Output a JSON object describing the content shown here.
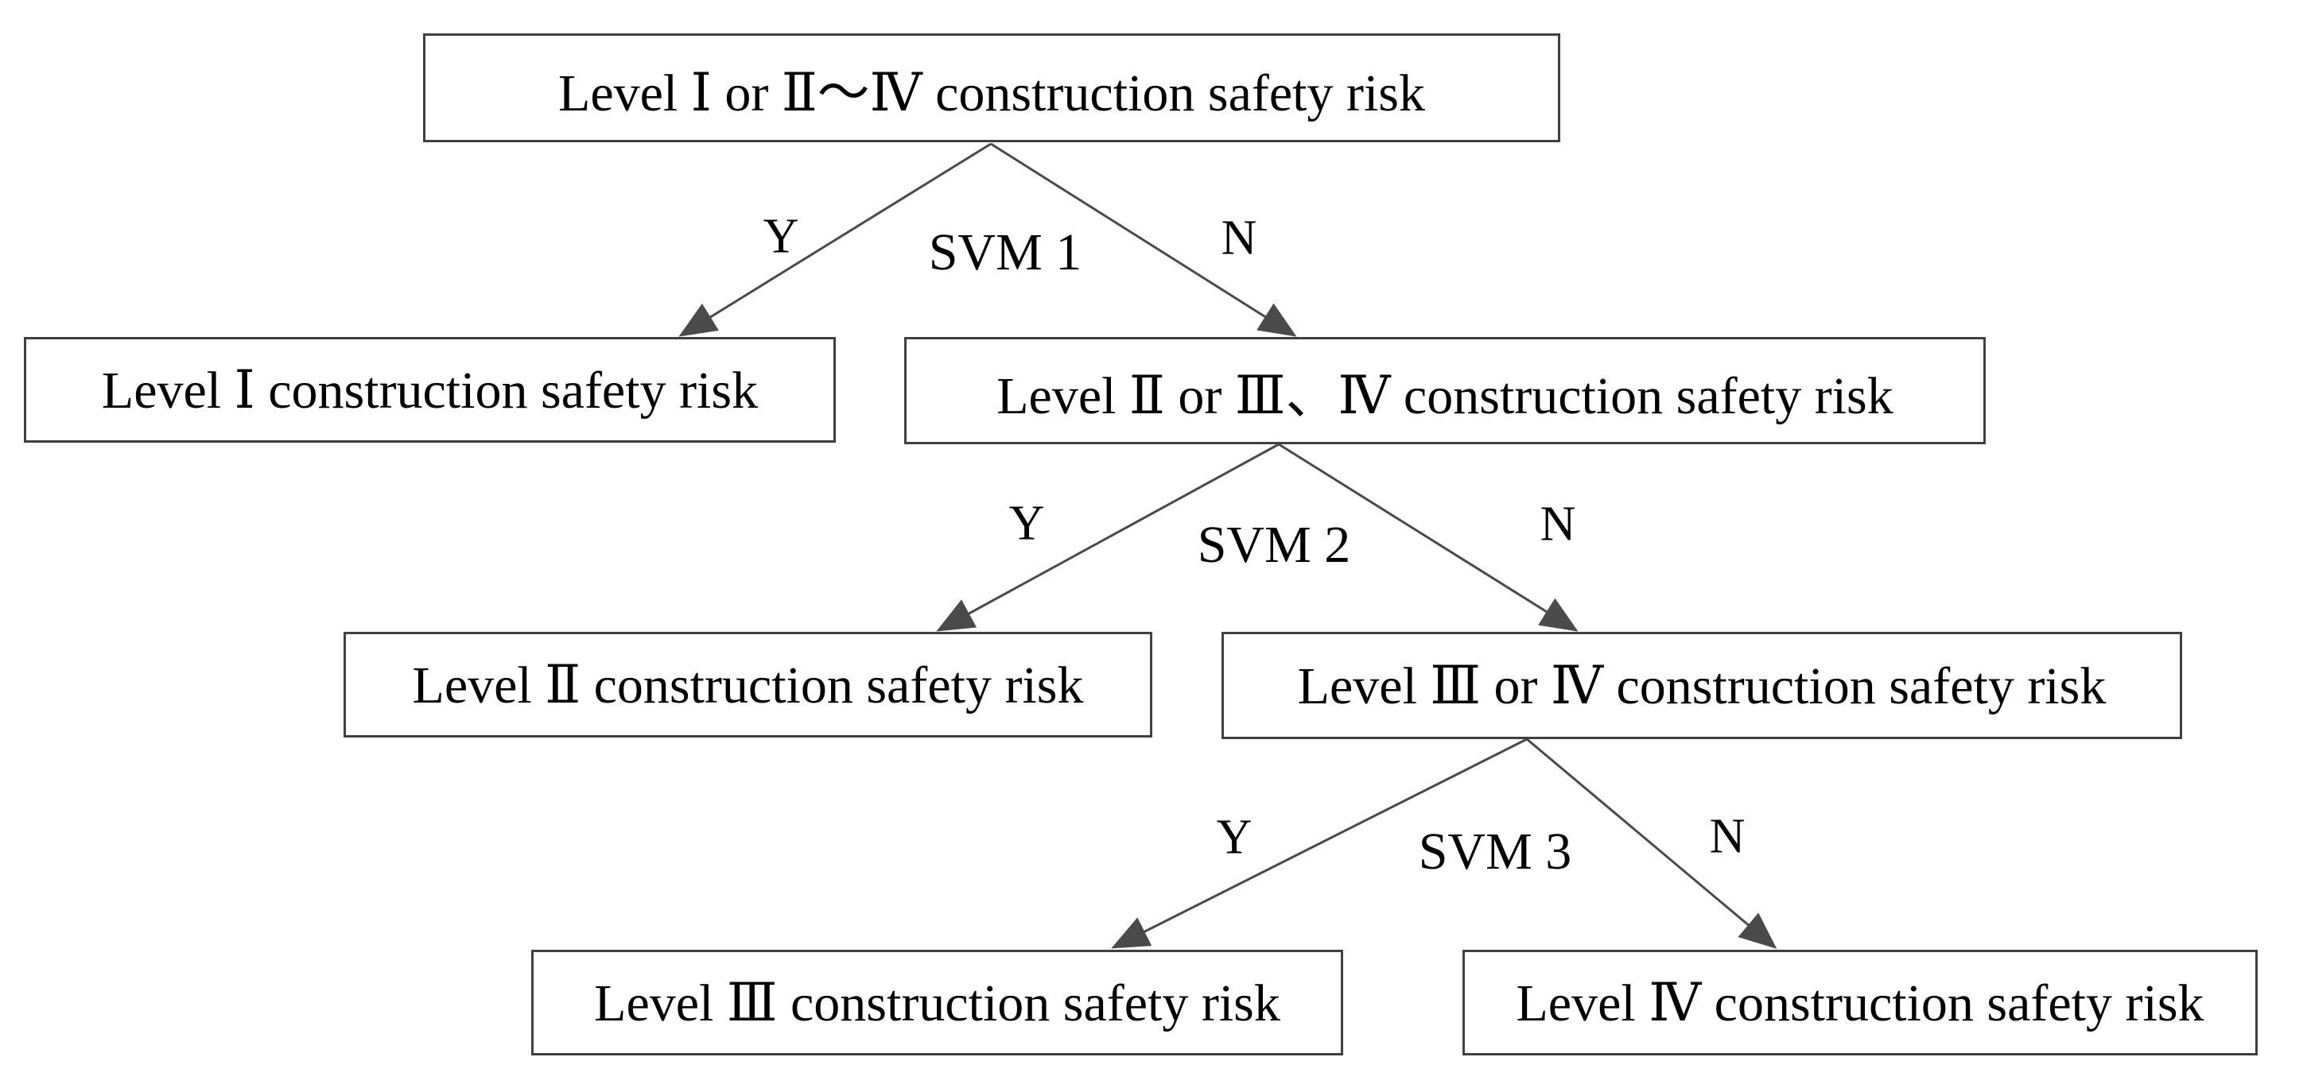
{
  "diagram": {
    "background_color": "#ffffff",
    "line_color": "#4a4a4a",
    "border_color": "#404040",
    "text_color": "#000000",
    "nodes": [
      {
        "id": "root",
        "label": "Level Ⅰ or Ⅱ～Ⅳ construction safety risk"
      },
      {
        "id": "level1",
        "label": "Level Ⅰ construction safety risk"
      },
      {
        "id": "level2to4",
        "label": "Level Ⅱ or Ⅲ、Ⅳ construction safety risk"
      },
      {
        "id": "level2",
        "label": "Level Ⅱ construction safety risk"
      },
      {
        "id": "level3or4",
        "label": "Level Ⅲ or Ⅳ construction safety risk"
      },
      {
        "id": "level3",
        "label": "Level Ⅲ construction safety risk"
      },
      {
        "id": "level4",
        "label": "Level Ⅳ construction safety risk"
      }
    ],
    "branches": [
      {
        "classifier": "SVM 1",
        "yes": "Y",
        "no": "N"
      },
      {
        "classifier": "SVM 2",
        "yes": "Y",
        "no": "N"
      },
      {
        "classifier": "SVM 3",
        "yes": "Y",
        "no": "N"
      }
    ]
  }
}
